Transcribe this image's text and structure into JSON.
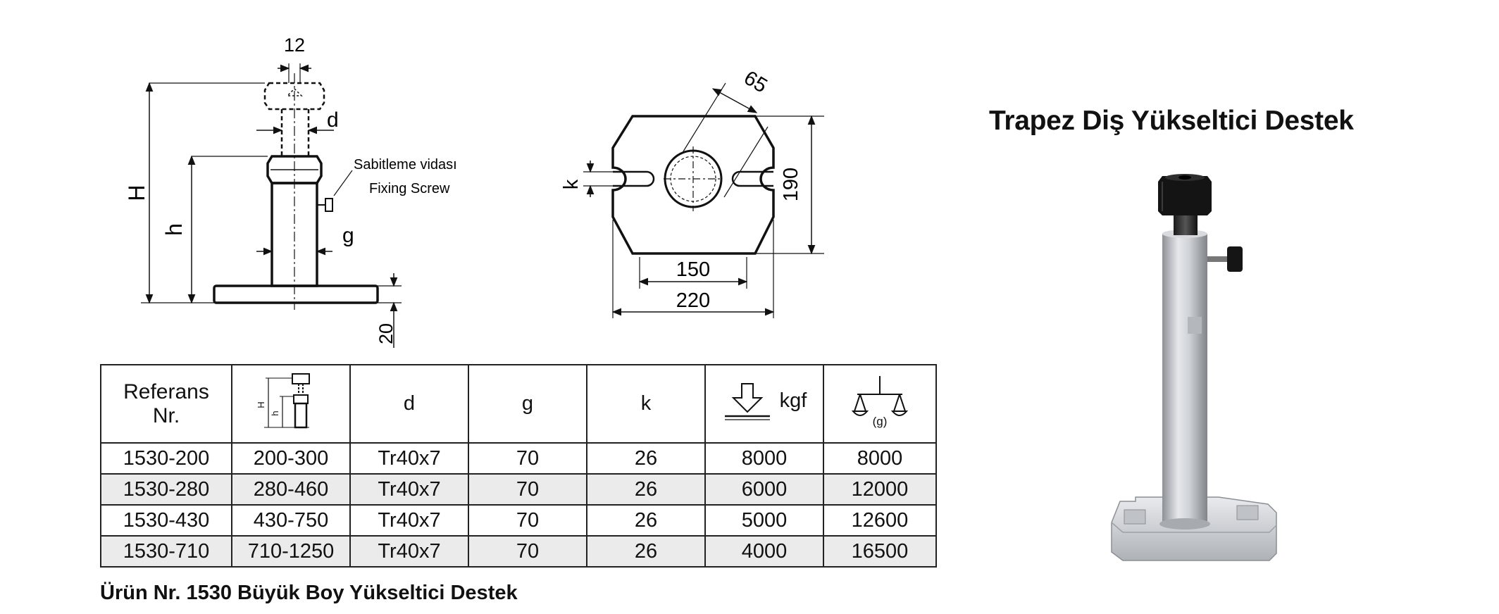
{
  "drawing_left": {
    "dim_top": "12",
    "label_d": "d",
    "label_H": "H",
    "label_h": "h",
    "label_g": "g",
    "dim_base": "20",
    "screw_tr": "Sabitleme vidası",
    "screw_en": "Fixing Screw"
  },
  "drawing_right": {
    "dim_diag": "65",
    "label_k": "k",
    "dim_height": "190",
    "dim_inner": "150",
    "dim_outer": "220"
  },
  "product_title": "Trapez Diş Yükseltici Destek",
  "photo_label": "Trapez Diş Yükseltici Destek product photo",
  "table": {
    "headers": {
      "ref_line1": "Referans",
      "ref_line2": "Nr.",
      "hh_icon": "H-h dimension icon",
      "d": "d",
      "g": "g",
      "k": "k",
      "kgf": "kgf",
      "weight_unit": "(g)"
    },
    "rows": [
      [
        "1530-200",
        "200-300",
        "Tr40x7",
        "70",
        "26",
        "8000",
        "8000"
      ],
      [
        "1530-280",
        "280-460",
        "Tr40x7",
        "70",
        "26",
        "6000",
        "12000"
      ],
      [
        "1530-430",
        "430-750",
        "Tr40x7",
        "70",
        "26",
        "5000",
        "12600"
      ],
      [
        "1530-710",
        "710-1250",
        "Tr40x7",
        "70",
        "26",
        "4000",
        "16500"
      ]
    ]
  },
  "caption": "Ürün Nr. 1530 Büyük Boy Yükseltici Destek",
  "colors": {
    "ink": "#111111",
    "row_alt": "#ebebeb",
    "photo_silver": "#c9ccd0"
  }
}
